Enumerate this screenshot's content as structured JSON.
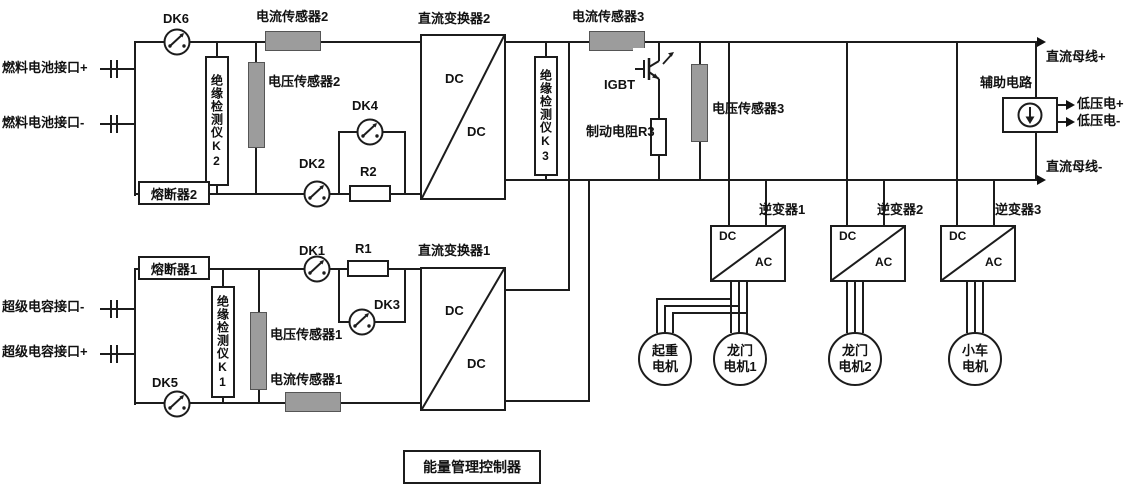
{
  "interfaces": {
    "fuel_cell_plus": "燃料电池接口+",
    "fuel_cell_minus": "燃料电池接口-",
    "supercap_minus": "超级电容接口-",
    "supercap_plus": "超级电容接口+"
  },
  "bus": {
    "plus": "直流母线+",
    "minus": "直流母线-",
    "lv_plus": "低压电+",
    "lv_minus": "低压电-",
    "aux": "辅助电路"
  },
  "fuses": {
    "f1": "熔断器1",
    "f2": "熔断器2"
  },
  "switches": {
    "dk1": "DK1",
    "dk2": "DK2",
    "dk3": "DK3",
    "dk4": "DK4",
    "dk5": "DK5",
    "dk6": "DK6"
  },
  "resistors": {
    "r1": "R1",
    "r2": "R2",
    "brake": "制动电阻R3"
  },
  "igbt": "IGBT",
  "sensors": {
    "current1": "电流传感器1",
    "current2": "电流传感器2",
    "current3": "电流传感器3",
    "voltage1": "电压传感器1",
    "voltage2": "电压传感器2",
    "voltage3": "电压传感器3"
  },
  "insulation": {
    "k1": "绝缘检测仪K1",
    "k2": "绝缘检测仪K2",
    "k3": "绝缘检测仪K3"
  },
  "converters": {
    "dc1": "直流变换器1",
    "dc2": "直流变换器2",
    "port": "DC"
  },
  "inverters": [
    {
      "label": "逆变器1",
      "in": "DC",
      "out": "AC"
    },
    {
      "label": "逆变器2",
      "in": "DC",
      "out": "AC"
    },
    {
      "label": "逆变器3",
      "in": "DC",
      "out": "AC"
    }
  ],
  "motors": [
    {
      "line1": "起重",
      "line2": "电机"
    },
    {
      "line1": "龙门",
      "line2": "电机1"
    },
    {
      "line1": "龙门",
      "line2": "电机2"
    },
    {
      "line1": "小车",
      "line2": "电机"
    }
  ],
  "controller": "能量管理控制器",
  "colors": {
    "wire": "#1c1c1c",
    "sensor_fill": "#9c9c9c"
  }
}
